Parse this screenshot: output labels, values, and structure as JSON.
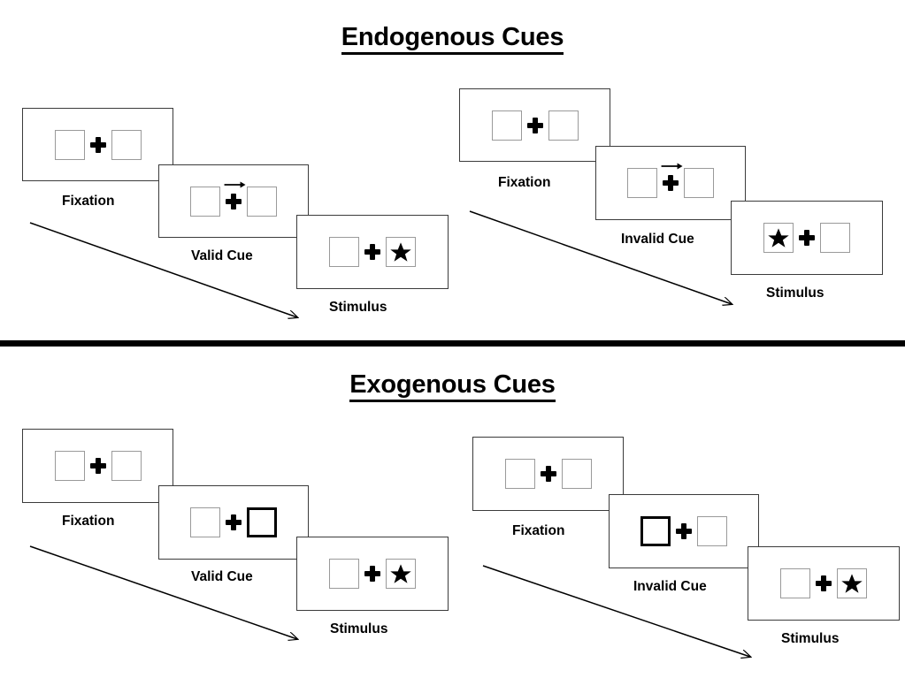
{
  "figure": {
    "kind": "posner-cueing-paradigm-diagram",
    "sections": [
      {
        "id": "endogenous",
        "title": "Endogenous Cues",
        "panels": [
          {
            "id": "endogenous-valid",
            "cue_type": "Valid Cue",
            "cards": [
              {
                "label": "Fixation",
                "left_box": "empty",
                "right_box": "empty",
                "center": "plus",
                "arrow_cue": false
              },
              {
                "label": "Valid Cue",
                "left_box": "empty",
                "right_box": "empty",
                "center": "plus",
                "arrow_cue": true,
                "arrow_direction": "right"
              },
              {
                "label": "Stimulus",
                "left_box": "empty",
                "right_box": "star",
                "center": "plus",
                "arrow_cue": false
              }
            ]
          },
          {
            "id": "endogenous-invalid",
            "cue_type": "Invalid Cue",
            "cards": [
              {
                "label": "Fixation",
                "left_box": "empty",
                "right_box": "empty",
                "center": "plus",
                "arrow_cue": false
              },
              {
                "label": "Invalid Cue",
                "left_box": "empty",
                "right_box": "empty",
                "center": "plus",
                "arrow_cue": true,
                "arrow_direction": "right"
              },
              {
                "label": "Stimulus",
                "left_box": "star",
                "right_box": "empty",
                "center": "plus",
                "arrow_cue": false
              }
            ]
          }
        ]
      },
      {
        "id": "exogenous",
        "title": "Exogenous Cues",
        "panels": [
          {
            "id": "exogenous-valid",
            "cue_type": "Valid Cue",
            "cards": [
              {
                "label": "Fixation",
                "left_box": "empty",
                "right_box": "empty",
                "center": "plus",
                "arrow_cue": false
              },
              {
                "label": "Valid Cue",
                "left_box": "empty",
                "right_box": "highlighted",
                "center": "plus",
                "arrow_cue": false
              },
              {
                "label": "Stimulus",
                "left_box": "empty",
                "right_box": "star",
                "center": "plus",
                "arrow_cue": false
              }
            ]
          },
          {
            "id": "exogenous-invalid",
            "cue_type": "Invalid Cue",
            "cards": [
              {
                "label": "Fixation",
                "left_box": "empty",
                "right_box": "empty",
                "center": "plus",
                "arrow_cue": false
              },
              {
                "label": "Invalid Cue",
                "left_box": "highlighted",
                "right_box": "empty",
                "center": "plus",
                "arrow_cue": false
              },
              {
                "label": "Stimulus",
                "left_box": "empty",
                "right_box": "star",
                "center": "plus",
                "arrow_cue": false
              }
            ]
          }
        ]
      }
    ],
    "labels": {
      "endogenous_valid_fixation": "Fixation",
      "endogenous_valid_cue": "Valid Cue",
      "endogenous_valid_stimulus": "Stimulus",
      "endogenous_invalid_fixation": "Fixation",
      "endogenous_invalid_cue": "Invalid Cue",
      "endogenous_invalid_stimulus": "Stimulus",
      "exogenous_valid_fixation": "Fixation",
      "exogenous_valid_cue": "Valid Cue",
      "exogenous_valid_stimulus": "Stimulus",
      "exogenous_invalid_fixation": "Fixation",
      "exogenous_invalid_cue": "Invalid Cue",
      "exogenous_invalid_stimulus": "Stimulus"
    },
    "titles": {
      "top": "Endogenous Cues",
      "bottom": "Exogenous Cues"
    },
    "colors": {
      "ink": "#000000",
      "card_border": "#3b3b3b",
      "box_border": "#9a9a9a",
      "cued_box_border": "#000000",
      "background": "#ffffff"
    }
  }
}
